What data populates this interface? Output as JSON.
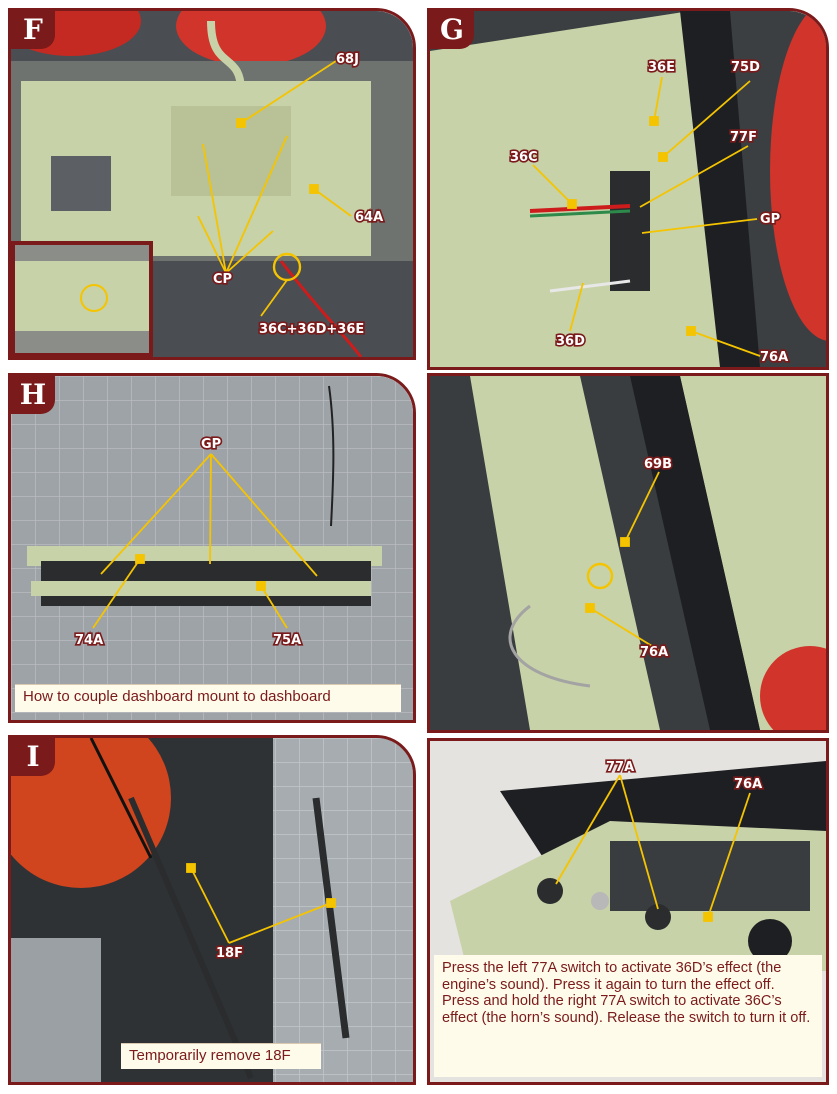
{
  "panels": {
    "f": {
      "letter": "F",
      "labels": {
        "l68j": "68J",
        "l64a": "64A",
        "cp": "CP",
        "combo": "36C+36D+36E"
      }
    },
    "g": {
      "letter": "G",
      "labels": {
        "l36e": "36E",
        "l75d": "75D",
        "l77f": "77F",
        "l36c": "36C",
        "gp": "GP",
        "l36d": "36D",
        "l76a": "76A"
      }
    },
    "h": {
      "letter": "H",
      "labels": {
        "gp": "GP",
        "l74a": "74A",
        "l75a": "75A"
      },
      "caption": "How to couple dashboard mount to dashboard"
    },
    "g2": {
      "labels": {
        "l69b": "69B",
        "l76a": "76A"
      }
    },
    "i": {
      "letter": "I",
      "labels": {
        "l18f": "18F"
      },
      "caption": "Temporarily remove 18F"
    },
    "g3": {
      "labels": {
        "l77a": "77A",
        "l76a": "76A"
      },
      "note1": "Press the left 77A switch to activate 36D’s effect (the engine’s sound). Press it again to turn the effect off.",
      "note2": "Press and hold the right 77A switch to activate 36C’s effect (the horn’s sound). Release the switch to turn it off."
    }
  },
  "colors": {
    "frame": "#7a1a1a",
    "leader": "#f5c400",
    "caption_bg": "#fffbea"
  }
}
